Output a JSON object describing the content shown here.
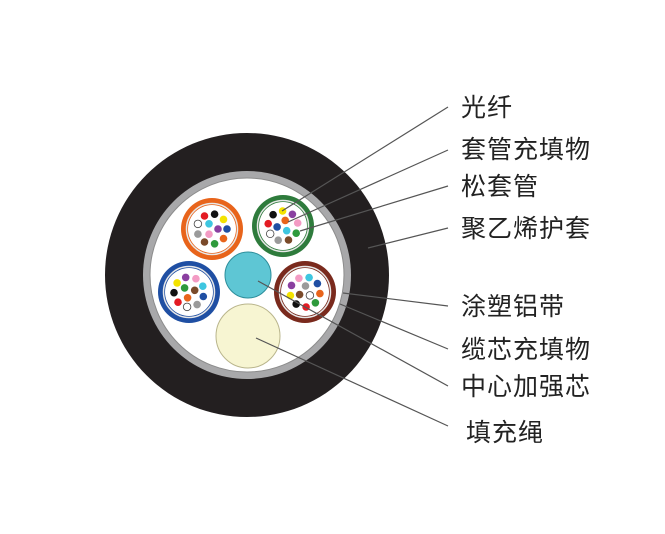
{
  "diagram": {
    "labels": {
      "fiber": "光纤",
      "tube_filler": "套管充填物",
      "loose_tube": "松套管",
      "pe_sheath": "聚乙烯护套",
      "aluminum_tape": "涂塑铝带",
      "core_filler": "缆芯充填物",
      "strength_member": "中心加强芯",
      "filler_rope": "填充绳"
    },
    "colors": {
      "sheath": "#231f20",
      "aluminum_tape": "#a8a8aa",
      "core_filler": "#ffffff",
      "strength_member": "#5ec6d4",
      "filler_rope": "#f7f5d2",
      "tube_orange": "#e8641b",
      "tube_green": "#2e7b3c",
      "tube_blue": "#1f4fa3",
      "tube_brown": "#7a2a1d",
      "leader_line": "#555555"
    },
    "fiber_colors": [
      "#1f4fa3",
      "#e8641b",
      "#2e9a3c",
      "#7a4a2a",
      "#9a9a9a",
      "#ffffff",
      "#e31b23",
      "#111111",
      "#f4e300",
      "#8a3fa0",
      "#f39bc4",
      "#3ec6e0"
    ],
    "fiber_count_per_tube": 12
  }
}
